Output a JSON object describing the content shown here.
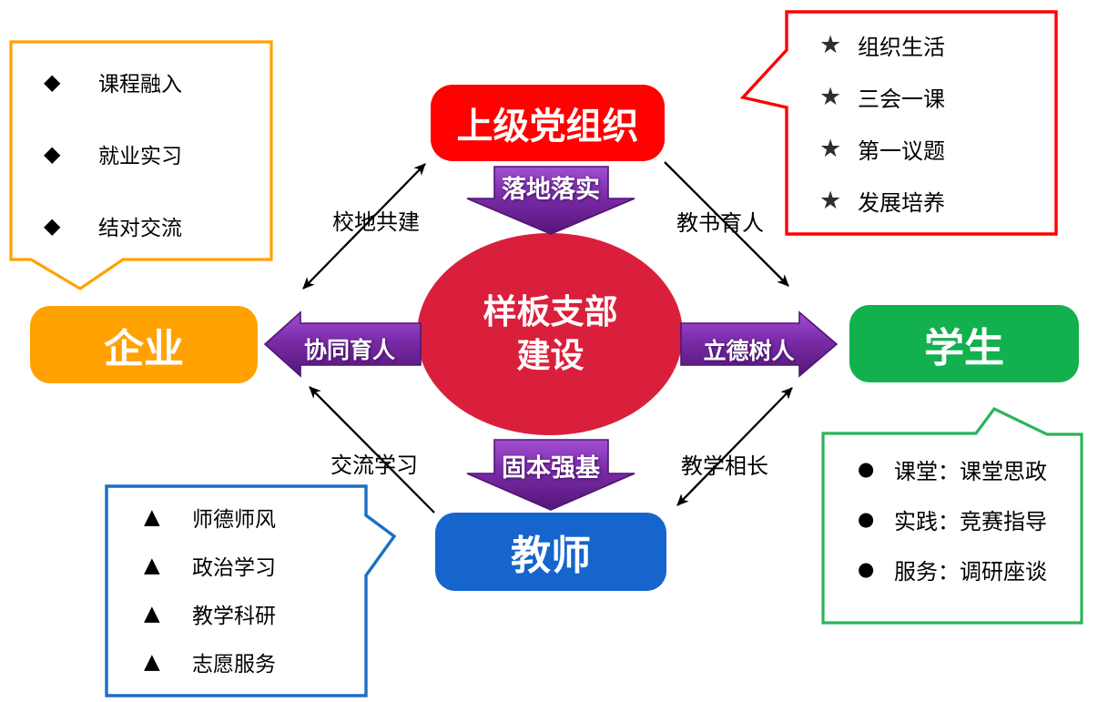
{
  "diagram": {
    "title_center": {
      "line1": "样板支部",
      "line2": "建设",
      "color": "#DA1F3C"
    },
    "nodes": {
      "top": {
        "label": "上级党组织",
        "color": "#FE0100"
      },
      "left": {
        "label": "企业",
        "color": "#FFA201"
      },
      "right": {
        "label": "学生",
        "color": "#13B04E"
      },
      "bottom": {
        "label": "教师",
        "color": "#1565CD"
      }
    },
    "block_arrows": {
      "color": "#7030A0",
      "top": {
        "label": "落地落实"
      },
      "left": {
        "label": "协同育人"
      },
      "right": {
        "label": "立德树人"
      },
      "bottom": {
        "label": "固本强基"
      }
    },
    "link_labels": {
      "top_left": "校地共建",
      "top_right": "教书育人",
      "bottom_left": "交流学习",
      "bottom_right": "教学相长"
    },
    "callouts": {
      "top_left": {
        "border_color": "#FFA201",
        "bullet": "◆",
        "items": [
          "课程融入",
          "就业实习",
          "结对交流"
        ]
      },
      "top_right": {
        "border_color": "#FE0100",
        "bullet": "★",
        "items": [
          "组织生活",
          "三会一课",
          "第一议题",
          "发展培养"
        ]
      },
      "bottom_left": {
        "border_color": "#1B6FC4",
        "bullet": "▲",
        "items": [
          "师德师风",
          "政治学习",
          "教学科研",
          "志愿服务"
        ]
      },
      "bottom_right": {
        "border_color": "#2BB45B",
        "bullet": "●",
        "items": [
          "课堂：课堂思政",
          "实践：竞赛指导",
          "服务：调研座谈"
        ]
      }
    }
  }
}
